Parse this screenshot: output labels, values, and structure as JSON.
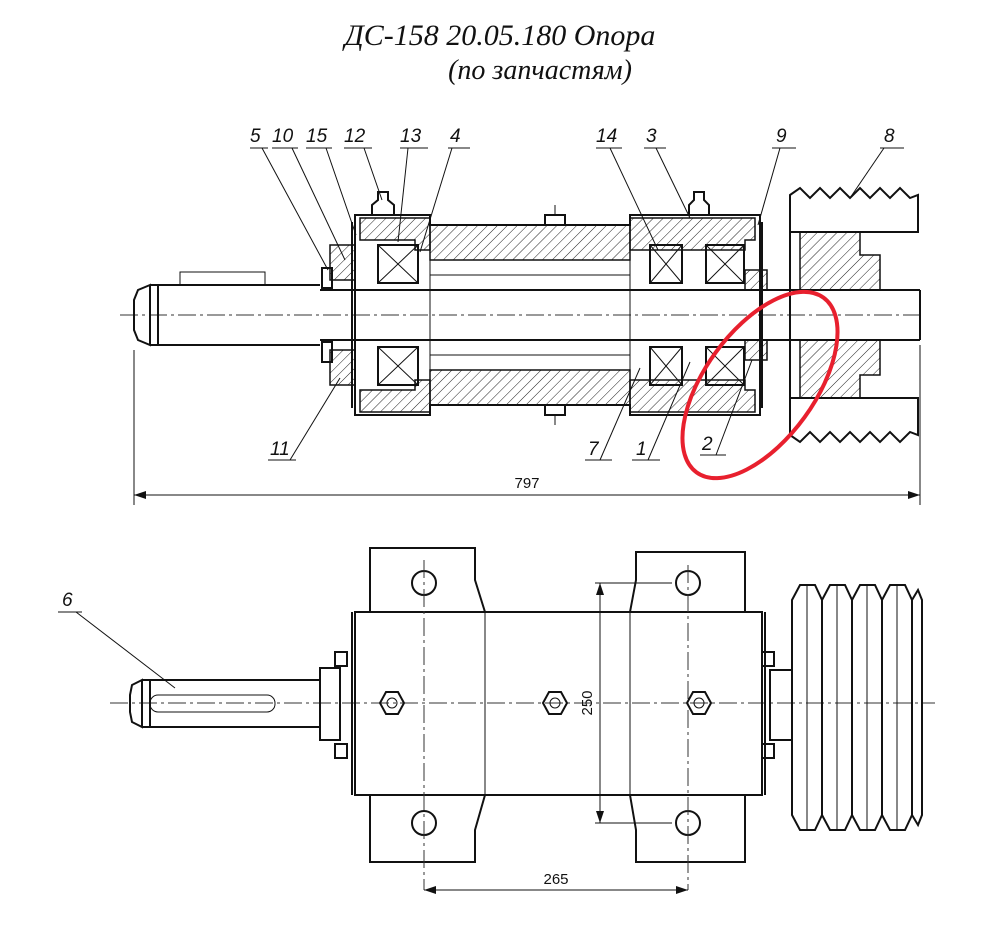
{
  "title": {
    "line1": "ДС-158 20.05.180 Опора",
    "line2": "(по запчастям)"
  },
  "callouts_top": [
    "5",
    "10",
    "15",
    "12",
    "13",
    "4",
    "14",
    "3",
    "9",
    "8"
  ],
  "callouts_bottom": [
    "11",
    "7",
    "1",
    "2"
  ],
  "callout_side": "6",
  "dimensions": {
    "overall_length": "797",
    "mount_height": "250",
    "mount_spacing": "265"
  },
  "highlight": {
    "target_callout": "2",
    "color": "#e8202e"
  }
}
